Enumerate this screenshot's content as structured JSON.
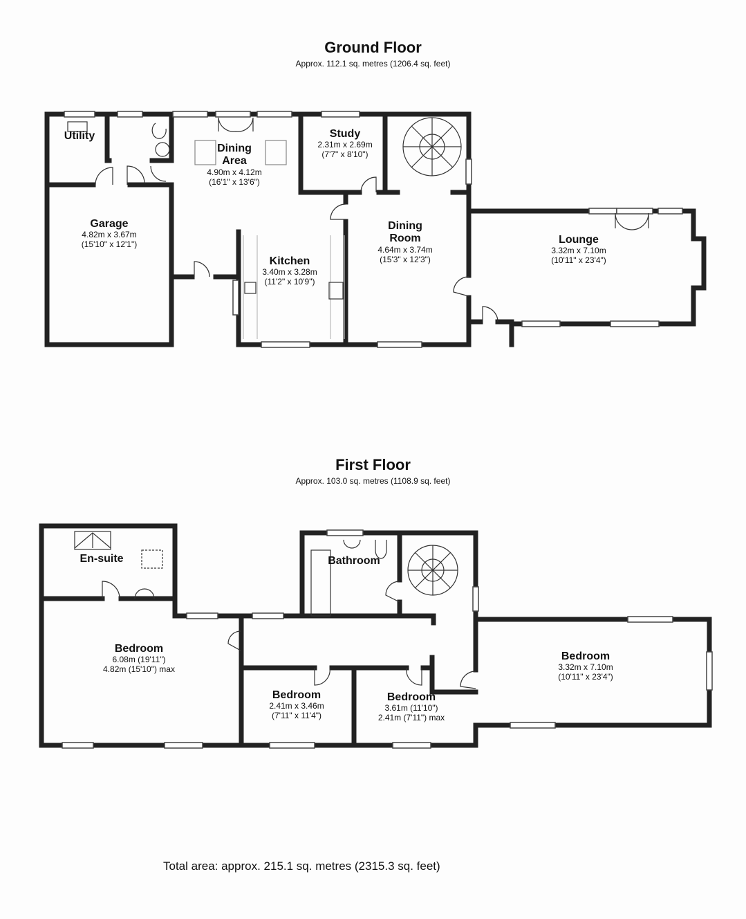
{
  "ground_floor": {
    "title": "Ground Floor",
    "area": "Approx. 112.1 sq. metres (1206.4 sq. feet)",
    "rooms": [
      {
        "name": "Utility"
      },
      {
        "name": "Dining",
        "name2": "Area",
        "dim_m": "4.90m x 4.12m",
        "dim_ft": "(16'1\" x 13'6\")"
      },
      {
        "name": "Study",
        "dim_m": "2.31m x 2.69m",
        "dim_ft": "(7'7\" x 8'10\")"
      },
      {
        "name": "Garage",
        "dim_m": "4.82m x 3.67m",
        "dim_ft": "(15'10\" x 12'1\")"
      },
      {
        "name": "Kitchen",
        "dim_m": "3.40m x 3.28m",
        "dim_ft": "(11'2\" x 10'9\")"
      },
      {
        "name": "Dining",
        "name2": "Room",
        "dim_m": "4.64m x 3.74m",
        "dim_ft": "(15'3\" x 12'3\")"
      },
      {
        "name": "Lounge",
        "dim_m": "3.32m x 7.10m",
        "dim_ft": "(10'11\" x 23'4\")"
      }
    ]
  },
  "first_floor": {
    "title": "First Floor",
    "area": "Approx. 103.0 sq. metres (1108.9 sq. feet)",
    "rooms": [
      {
        "name": "En-suite"
      },
      {
        "name": "Bathroom"
      },
      {
        "name": "Bedroom",
        "dim_m": "6.08m (19'11\")",
        "dim_ft": "4.82m (15'10\") max"
      },
      {
        "name": "Bedroom",
        "dim_m": "2.41m x 3.46m",
        "dim_ft": "(7'11\" x 11'4\")"
      },
      {
        "name": "Bedroom",
        "dim_m": "3.61m (11'10\")",
        "dim_ft": "2.41m (7'11\") max"
      },
      {
        "name": "Bedroom",
        "dim_m": "3.32m x 7.10m",
        "dim_ft": "(10'11\" x 23'4\")"
      }
    ]
  },
  "total_area": "Total area: approx. 215.1 sq. metres (2315.3 sq. feet)"
}
